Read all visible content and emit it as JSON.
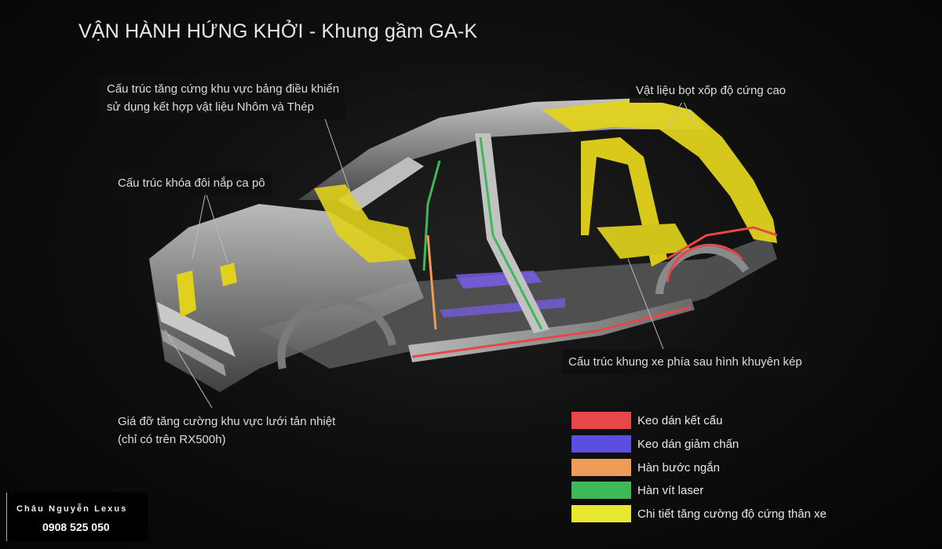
{
  "title": "VẬN HÀNH HỨNG KHỞI - Khung gầm GA-K",
  "callouts": {
    "dashboard_line1": "Cấu trúc tăng cứng khu vực bảng điều khiển",
    "dashboard_line2": "sử dụng kết hợp vật liệu Nhôm và Thép",
    "foam": "Vật liệu bọt xốp độ cứng cao",
    "hood": "Cấu trúc khóa đôi nắp ca pô",
    "rear_frame": "Cấu trúc khung xe phía sau hình khuyên kép",
    "radiator_line1": "Giá đỡ tăng cường khu vực lưới tản nhiệt",
    "radiator_line2": "(chỉ có trên RX500h)"
  },
  "legend": [
    {
      "label": "Keo dán kết cấu",
      "color": "#e8474a"
    },
    {
      "label": "Keo dán giảm chấn",
      "color": "#5c4ee0"
    },
    {
      "label": "Hàn bước ngắn",
      "color": "#ef9a55"
    },
    {
      "label": "Hàn vít laser",
      "color": "#3fb85a"
    },
    {
      "label": "Chi tiết tăng cường độ cứng thân xe",
      "color": "#e8e830"
    }
  ],
  "watermark": {
    "name": "Châu Nguyễn Lexus",
    "phone": "0908 525 050"
  }
}
